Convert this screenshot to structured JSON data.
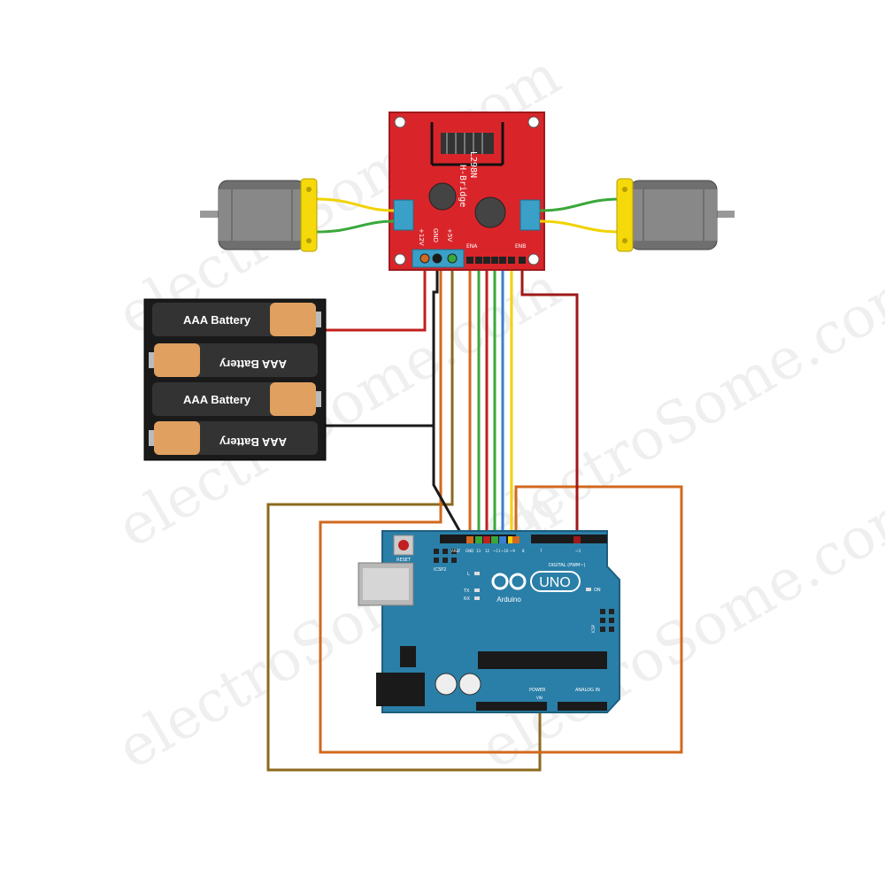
{
  "watermark": "electroSome.com",
  "hbridge": {
    "chip_label": "L298N",
    "board_label": "H-Bridge",
    "pin_12v": "+12V",
    "pin_gnd": "GND",
    "pin_5v": "+5V",
    "enable_a": "ENA",
    "enable_b": "ENB"
  },
  "battery": {
    "cell_label": "AAA Battery"
  },
  "arduino": {
    "reset_label": "RESET",
    "icsp2_label": "ICSP2",
    "icsp_label": "ICSP",
    "l_label": "L",
    "tx_label": "TX",
    "rx_label": "RX",
    "on_label": "ON",
    "logo_text": "UNO",
    "brand_text": "Arduino",
    "digital_label": "DIGITAL (PWM~)",
    "power_label": "POWER",
    "analog_label": "ANALOG IN",
    "aref_label": "AREF",
    "gnd_label": "GND",
    "pin13_label": "13",
    "pin12_label": "12",
    "pin11_label": "~11",
    "pin10_label": "~10",
    "pin9_label": "~9",
    "pin8_label": "8",
    "pin7_label": "7",
    "pin3_label": "~3",
    "vin_label": "VIN"
  },
  "colors": {
    "hbridge_red": "#d9252a",
    "arduino_blue": "#2a7fa8",
    "wire_red": "#c0201f",
    "wire_black": "#1a1a1a",
    "wire_orange": "#d2691e",
    "wire_brown": "#8b6a1e",
    "wire_green": "#3aa83a",
    "wire_blue": "#3a7fd0",
    "wire_yellow": "#f2d200",
    "motor_yellow": "#f5d90a"
  }
}
